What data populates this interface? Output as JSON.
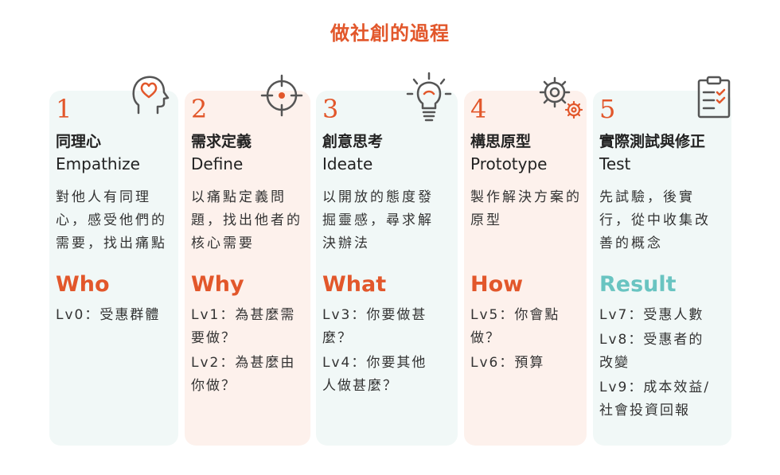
{
  "title": "做社創的過程",
  "colors": {
    "accent": "#e2572b",
    "teal": "#69c4c1",
    "card_teal": "#f1f8f7",
    "card_peach": "#fdf1ec"
  },
  "steps": [
    {
      "num": "1",
      "zh": "同理心",
      "en": "Empathize",
      "icon": "head-heart-icon",
      "desc": "對他人有同理心，感受他們的需要，找出痛點",
      "q": "Who",
      "levels": [
        "Lv0：受惠群體"
      ]
    },
    {
      "num": "2",
      "zh": "需求定義",
      "en": "Define",
      "icon": "target-icon",
      "desc": "以痛點定義問題，找出他者的核心需要",
      "q": "Why",
      "levels": [
        "Lv1：為甚麼需要做？",
        "Lv2：為甚麼由你做？"
      ]
    },
    {
      "num": "3",
      "zh": "創意思考",
      "en": "Ideate",
      "icon": "lightbulb-icon",
      "desc": "以開放的態度發掘靈感，尋求解決辦法",
      "q": "What",
      "levels": [
        "Lv3：你要做甚麼？",
        "Lv4：你要其他人做甚麼？"
      ]
    },
    {
      "num": "4",
      "zh": "構思原型",
      "en": "Prototype",
      "icon": "gears-icon",
      "desc": "製作解決方案的原型",
      "q": "How",
      "levels": [
        "Lv5：你會點做？",
        "Lv6：預算"
      ]
    },
    {
      "num": "5",
      "zh": "實際測試與修正",
      "en": "Test",
      "icon": "clipboard-checklist-icon",
      "desc": "先試驗，後實行，從中收集改善的概念",
      "q": "Result",
      "levels": [
        "Lv7：受惠人數",
        "Lv8：受惠者的改變",
        "Lv9：成本效益/社會投資回報"
      ]
    }
  ]
}
